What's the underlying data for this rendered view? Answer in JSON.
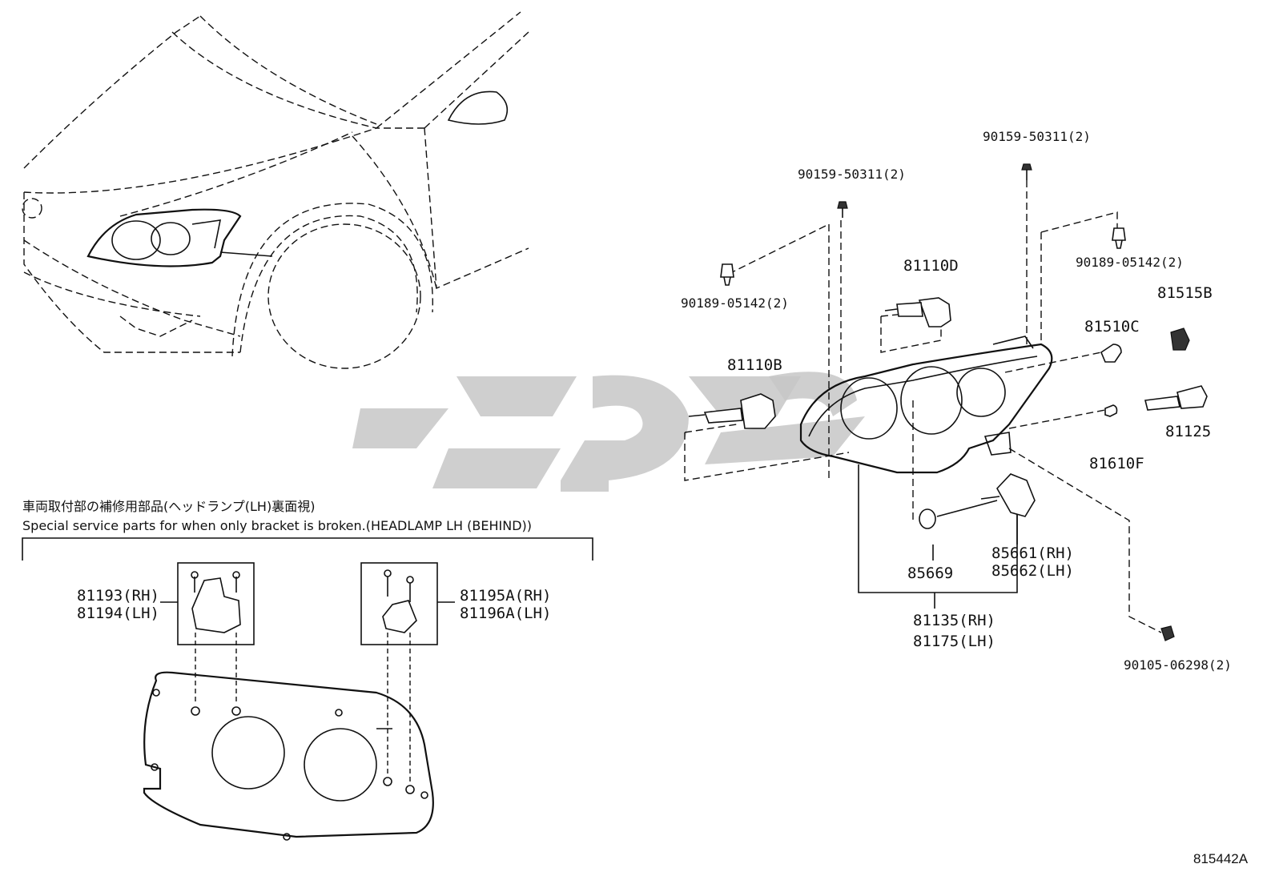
{
  "parts": {
    "p_90159_a": "90159-50311(2)",
    "p_90159_b": "90159-50311(2)",
    "p_90189_a": "90189-05142(2)",
    "p_90189_b": "90189-05142(2)",
    "p_81110D": "81110D",
    "p_81110B": "81110B",
    "p_81515B": "81515B",
    "p_81510C": "81510C",
    "p_81125": "81125",
    "p_81610F": "81610F",
    "p_85661": "85661(RH)",
    "p_85662": "85662(LH)",
    "p_85669": "85669",
    "p_81135": "81135(RH)",
    "p_81175": "81175(LH)",
    "p_90105": "90105-06298(2)",
    "p_81193": "81193(RH)",
    "p_81194": "81194(LH)",
    "p_81195A": "81195A(RH)",
    "p_81196A": "81196A(LH)"
  },
  "note": {
    "japanese": "車両取付部の補修用部品(ヘッドランプ(LH)裏面視)",
    "english": "Special service parts for when only bracket is broken.(HEADLAMP LH (BEHIND))"
  },
  "reference_code": "815442A"
}
